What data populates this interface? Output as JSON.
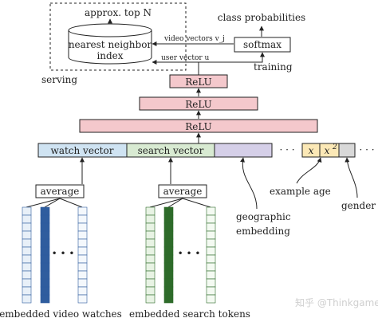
{
  "serving": {
    "approx_top_n": "approx. top N",
    "nn_index_line1": "nearest neighbor",
    "nn_index_line2": "index",
    "serving_label": "serving",
    "video_vectors_label": "video vectors v_j",
    "user_vector_label": "user vector u"
  },
  "training": {
    "class_probabilities": "class probabilities",
    "softmax": "softmax",
    "training_label": "training"
  },
  "relu_layers": [
    "ReLU",
    "ReLU",
    "ReLU"
  ],
  "embedding_row": {
    "watch_vector": "watch vector",
    "search_vector": "search vector",
    "ellipsis": "· · ·",
    "x": "x",
    "x_squared_base": "x",
    "x_squared_exp": "2",
    "ellipsis_right": "· · ·"
  },
  "features": {
    "average_watch": "average",
    "average_search": "average",
    "geographic_embedding_line1": "geographic",
    "geographic_embedding_line2": "embedding",
    "example_age": "example age",
    "gender": "gender",
    "embedded_video_watches": "embedded video watches",
    "embedded_search_tokens": "embedded search tokens",
    "column_ellipsis_watch": "• • •",
    "column_ellipsis_search": "• • •"
  },
  "watermark": "知乎 @Thinkgamer",
  "colors": {
    "relu_fill": "#f4c8cc",
    "watch_fill": "#cfe3f2",
    "search_fill": "#d8ead2",
    "geo_fill": "#d5cfe8",
    "age_fill": "#fbe8b6",
    "gender_fill": "#d8d8d8",
    "blue_dark": "#2f5d9e",
    "green_dark": "#2e6b2a"
  }
}
